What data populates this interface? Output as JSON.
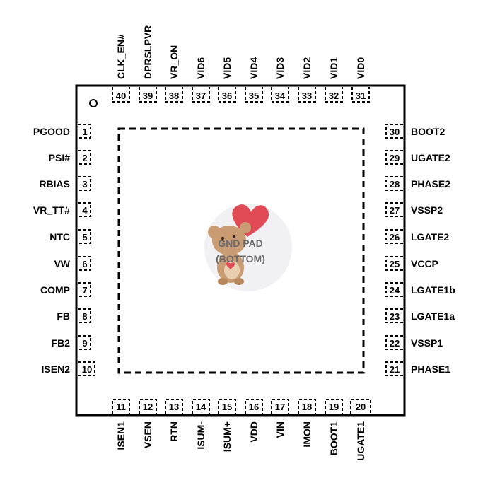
{
  "pins_left": [
    {
      "num": "1",
      "name": "PGOOD"
    },
    {
      "num": "2",
      "name": "PSI#"
    },
    {
      "num": "3",
      "name": "RBIAS"
    },
    {
      "num": "4",
      "name": "VR_TT#"
    },
    {
      "num": "5",
      "name": "NTC"
    },
    {
      "num": "6",
      "name": "VW"
    },
    {
      "num": "7",
      "name": "COMP"
    },
    {
      "num": "8",
      "name": "FB"
    },
    {
      "num": "9",
      "name": "FB2"
    },
    {
      "num": "10",
      "name": "ISEN2"
    }
  ],
  "pins_bottom": [
    {
      "num": "11",
      "name": "ISEN1"
    },
    {
      "num": "12",
      "name": "VSEN"
    },
    {
      "num": "13",
      "name": "RTN"
    },
    {
      "num": "14",
      "name": "ISUM-"
    },
    {
      "num": "15",
      "name": "ISUM+"
    },
    {
      "num": "16",
      "name": "VDD"
    },
    {
      "num": "17",
      "name": "VIN"
    },
    {
      "num": "18",
      "name": "IMON"
    },
    {
      "num": "19",
      "name": "BOOT1"
    },
    {
      "num": "20",
      "name": "UGATE1"
    }
  ],
  "pins_right": [
    {
      "num": "21",
      "name": "PHASE1"
    },
    {
      "num": "22",
      "name": "VSSP1"
    },
    {
      "num": "23",
      "name": "LGATE1a"
    },
    {
      "num": "24",
      "name": "LGATE1b"
    },
    {
      "num": "25",
      "name": "VCCP"
    },
    {
      "num": "26",
      "name": "LGATE2"
    },
    {
      "num": "27",
      "name": "VSSP2"
    },
    {
      "num": "28",
      "name": "PHASE2"
    },
    {
      "num": "29",
      "name": "UGATE2"
    },
    {
      "num": "30",
      "name": "BOOT2"
    }
  ],
  "pins_top": [
    {
      "num": "31",
      "name": "VID0"
    },
    {
      "num": "32",
      "name": "VID1"
    },
    {
      "num": "33",
      "name": "VID2"
    },
    {
      "num": "34",
      "name": "VID3"
    },
    {
      "num": "35",
      "name": "VID4"
    },
    {
      "num": "36",
      "name": "VID5"
    },
    {
      "num": "37",
      "name": "VID6"
    },
    {
      "num": "38",
      "name": "VR_ON"
    },
    {
      "num": "39",
      "name": "DPRSLPVR"
    },
    {
      "num": "40",
      "name": "CLK_EN#"
    }
  ],
  "center_pad": {
    "line1": "GND PAD",
    "line2": "(BOTTOM)"
  },
  "watermark": {
    "icon": "teddy-bear-heart-icon",
    "heart_color": "#e14b55",
    "bear_color": "#c99c74",
    "circle_color": "#f1f1f3"
  }
}
